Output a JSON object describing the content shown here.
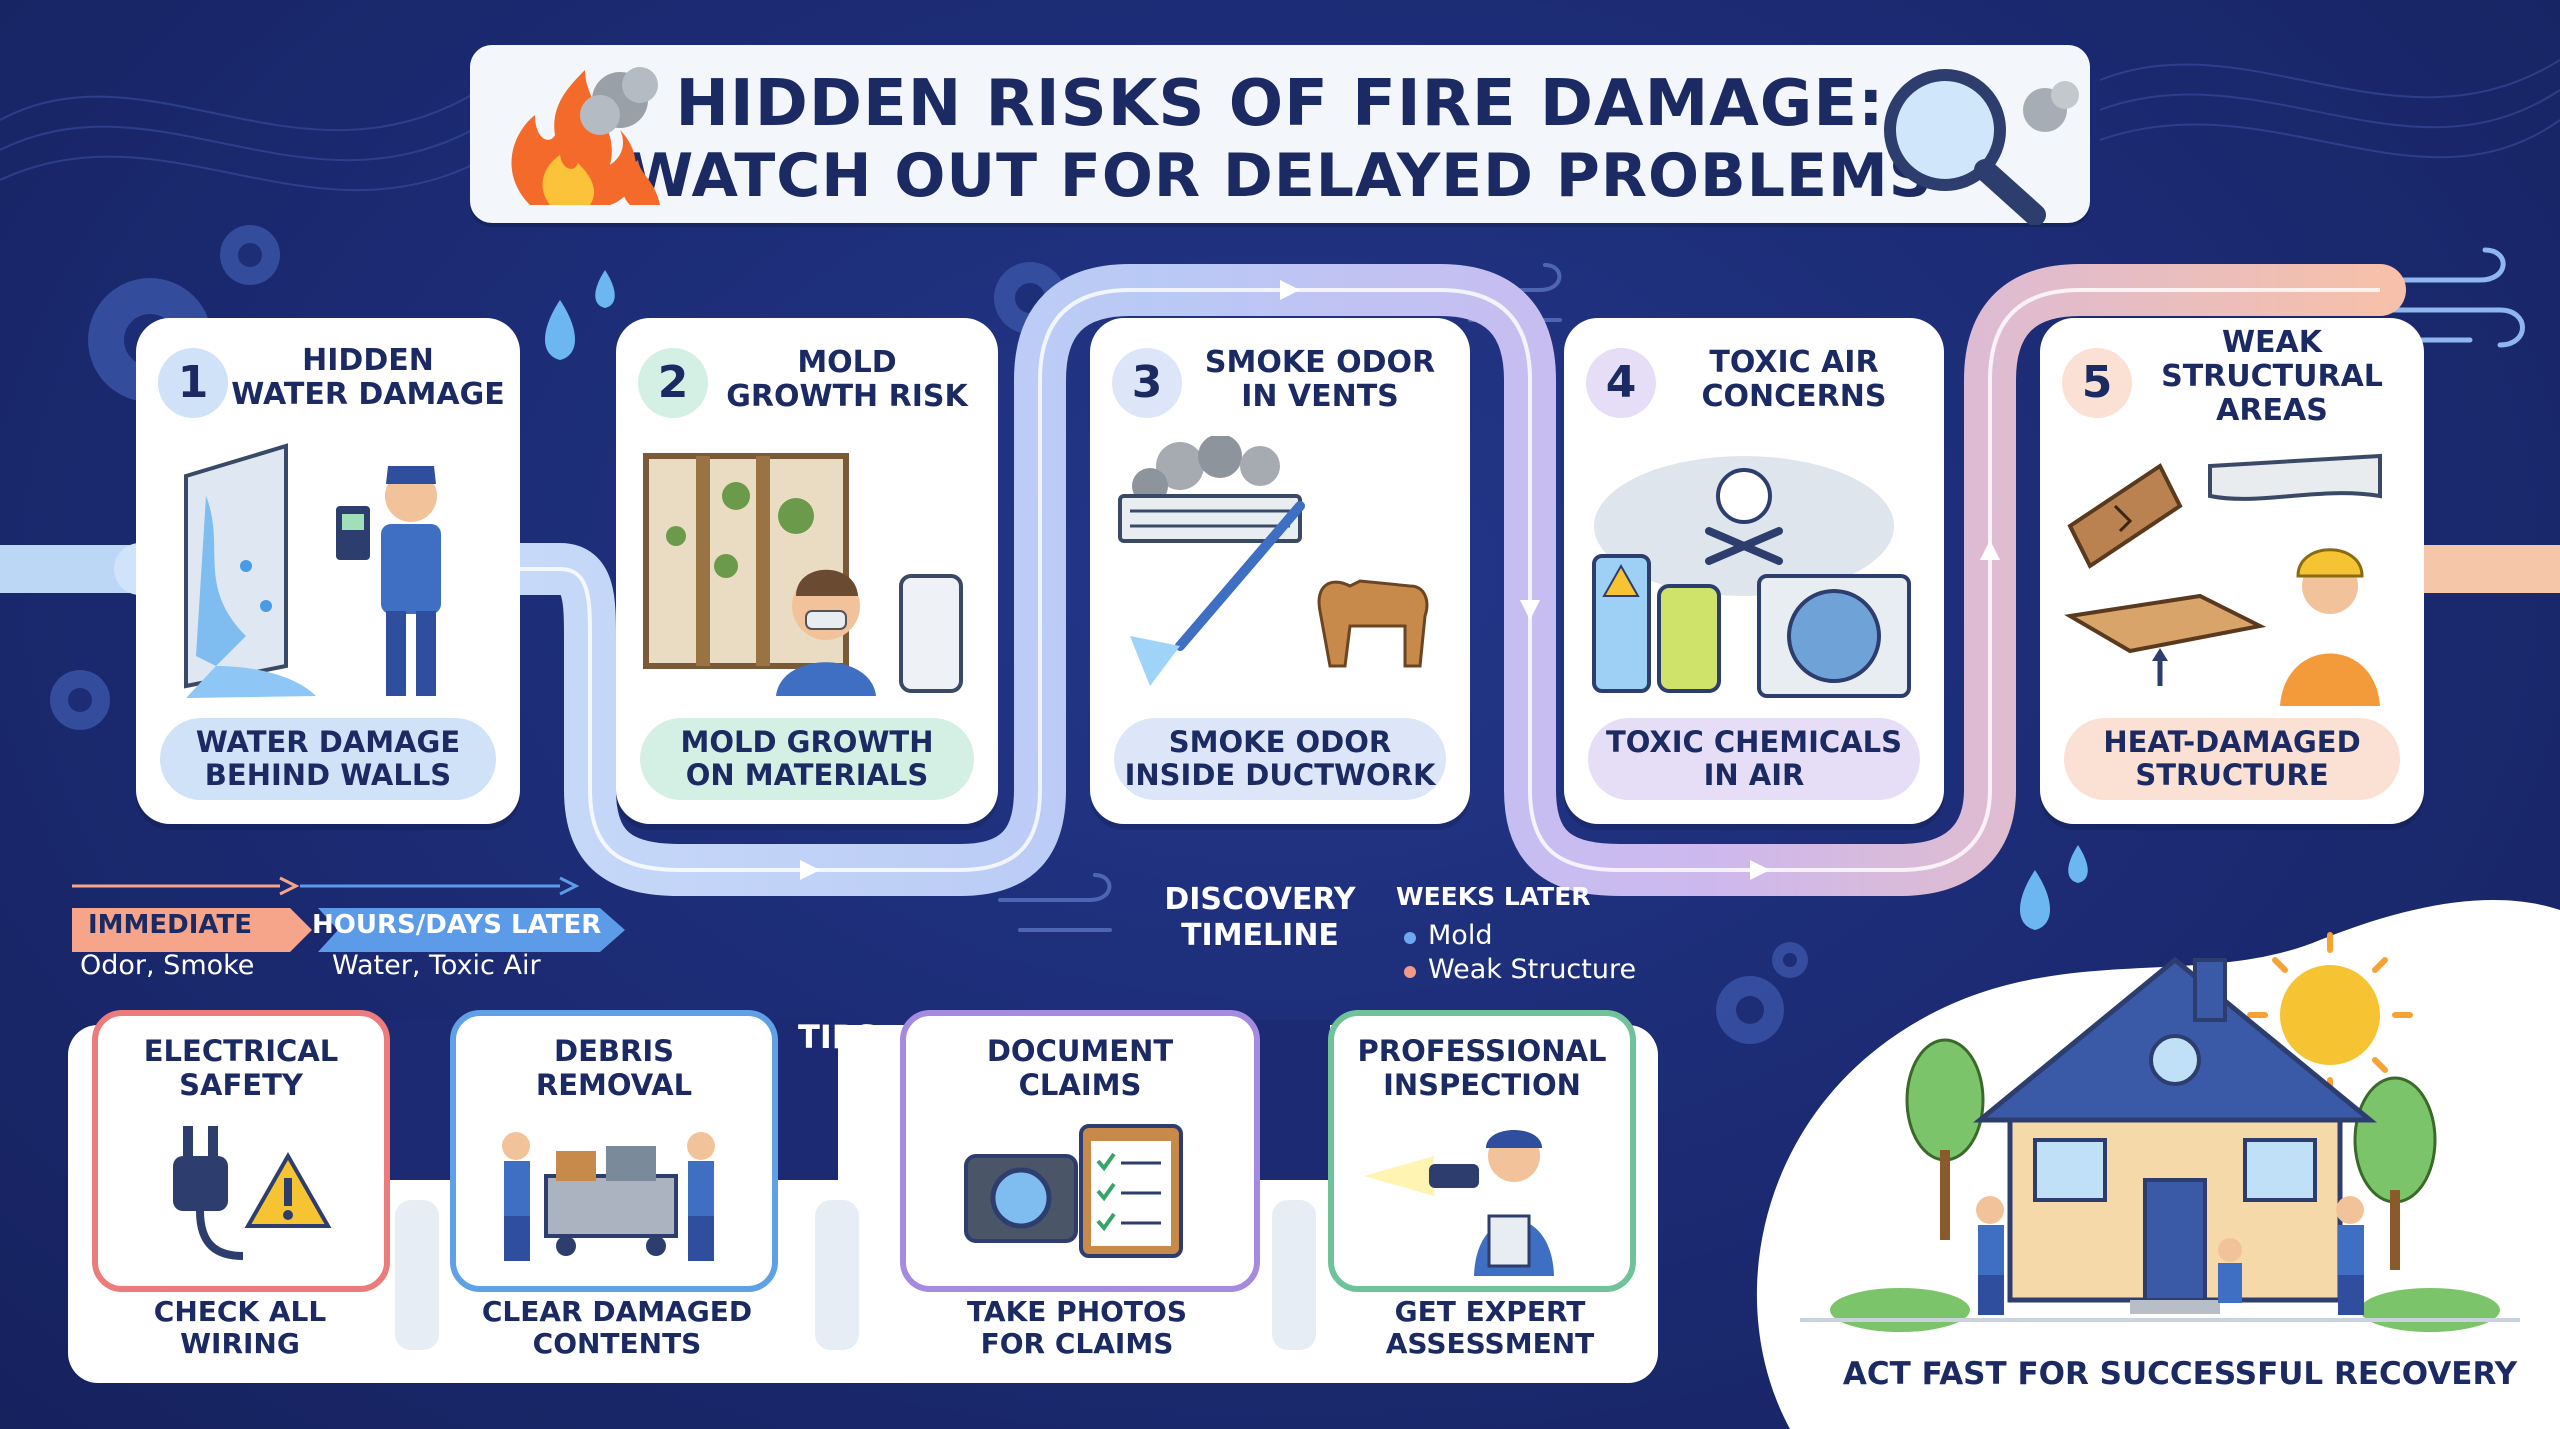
{
  "title": {
    "line1": "HIDDEN RISKS OF FIRE DAMAGE:",
    "line2": "WATCH OUT FOR DELAYED PROBLEMS"
  },
  "risks": [
    {
      "number": "1",
      "title_1": "HIDDEN",
      "title_2": "WATER DAMAGE",
      "title_3": "",
      "label_1": "WATER DAMAGE",
      "label_2": "BEHIND WALLS",
      "color": "#cfe2f7"
    },
    {
      "number": "2",
      "title_1": "MOLD",
      "title_2": "GROWTH RISK",
      "title_3": "",
      "label_1": "MOLD GROWTH",
      "label_2": "ON MATERIALS",
      "color": "#d4efe3"
    },
    {
      "number": "3",
      "title_1": "SMOKE ODOR",
      "title_2": "IN VENTS",
      "title_3": "",
      "label_1": "SMOKE ODOR",
      "label_2": "INSIDE DUCTWORK",
      "color": "#dde6f8"
    },
    {
      "number": "4",
      "title_1": "TOXIC AIR",
      "title_2": "CONCERNS",
      "title_3": "",
      "label_1": "TOXIC CHEMICALS",
      "label_2": "IN AIR",
      "color": "#e6def6"
    },
    {
      "number": "5",
      "title_1": "WEAK",
      "title_2": "STRUCTURAL",
      "title_3": "AREAS",
      "label_1": "HEAT-DAMAGED",
      "label_2": "STRUCTURE",
      "color": "#fbe0d4"
    }
  ],
  "timeline": {
    "immediate_label": "IMMEDIATE",
    "immediate_items": "Odor, Smoke",
    "hours_label": "HOURS/DAYS LATER",
    "hours_items": "Water, Toxic Air",
    "discovery_1": "DISCOVERY",
    "discovery_2": "TIMELINE",
    "weeks_label": "WEEKS LATER",
    "weeks_items": [
      "Mold",
      "Weak Structure"
    ],
    "colors": {
      "immediate": "#f6a58a",
      "hours": "#5b9be8",
      "mold": "#6fa8f0",
      "weak": "#f29a86"
    }
  },
  "tips": {
    "heading": "TIPS",
    "items": [
      {
        "title_1": "ELECTRICAL",
        "title_2": "SAFETY",
        "bottom_1": "CHECK ALL",
        "bottom_2": "WIRING",
        "color": "#ec7b7b"
      },
      {
        "title_1": "DEBRIS",
        "title_2": "REMOVAL",
        "bottom_1": "CLEAR DAMAGED",
        "bottom_2": "CONTENTS",
        "color": "#5fa0e6"
      },
      {
        "title_1": "DOCUMENT",
        "title_2": "CLAIMS",
        "bottom_1": "TAKE PHOTOS",
        "bottom_2": "FOR CLAIMS",
        "color": "#a58be0"
      },
      {
        "title_1": "PROFESSIONAL",
        "title_2": "INSPECTION",
        "bottom_1": "GET EXPERT",
        "bottom_2": "ASSESSMENT",
        "color": "#6fc29a"
      }
    ]
  },
  "recovery": {
    "caption": "ACT FAST FOR SUCCESSFUL RECOVERY"
  }
}
